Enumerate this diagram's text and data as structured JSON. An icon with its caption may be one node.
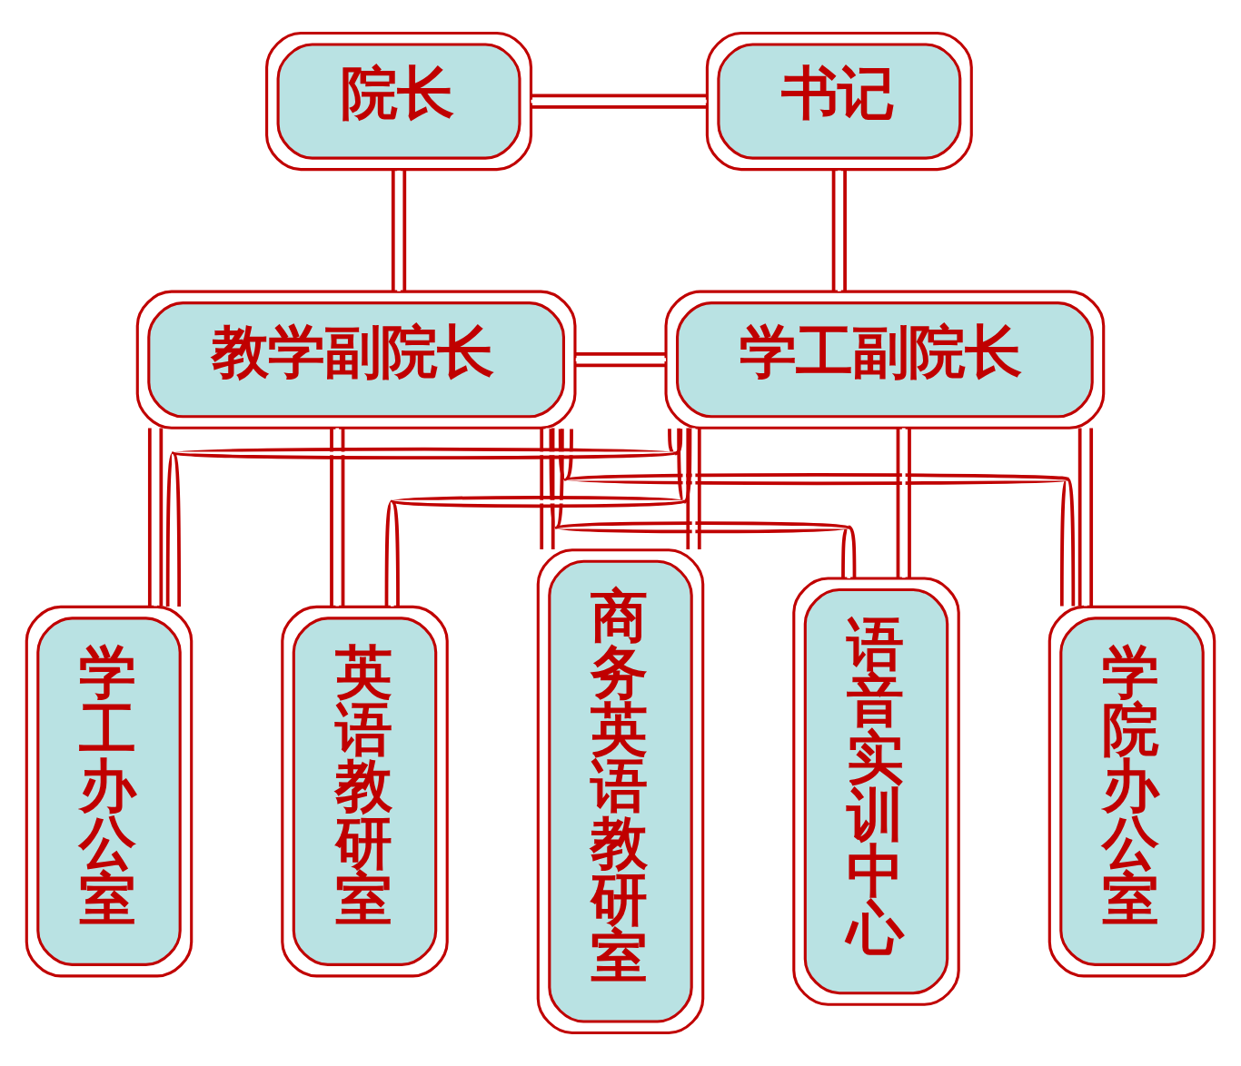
{
  "diagram": {
    "nodes": [
      {
        "text": [
          "院长"
        ]
      },
      {
        "text": [
          "书记"
        ]
      },
      {
        "text": [
          "教学副院长"
        ]
      },
      {
        "text": [
          "学工副院长"
        ]
      },
      {
        "text": [
          "学院办公室"
        ]
      },
      {
        "text": [
          "学工办公室"
        ]
      },
      {
        "text": [
          "英语教研室"
        ]
      },
      {
        "text": [
          "商务英语教研室"
        ]
      },
      {
        "text": [
          "语音实训中心"
        ]
      }
    ],
    "edges": [
      {
        "from": 0,
        "to": 1,
        "arrow": "none"
      },
      {
        "from": 0,
        "to": 2,
        "arrow": "none"
      },
      {
        "from": 1,
        "to": 3,
        "arrow": "none"
      },
      {
        "from": 2,
        "to": 3,
        "arrow": "none"
      },
      {
        "from": 2,
        "to": 4,
        "arrow": "none"
      },
      {
        "from": 2,
        "to": 5,
        "arrow": "none"
      },
      {
        "from": 2,
        "to": 6,
        "arrow": "none"
      },
      {
        "from": 2,
        "to": 7,
        "arrow": "none"
      },
      {
        "from": 2,
        "to": 8,
        "arrow": "none"
      },
      {
        "from": 3,
        "to": 4,
        "arrow": "none"
      },
      {
        "from": 3,
        "to": 5,
        "arrow": "none"
      },
      {
        "from": 3,
        "to": 6,
        "arrow": "none"
      },
      {
        "from": 3,
        "to": 7,
        "arrow": "none"
      },
      {
        "from": 3,
        "to": 8,
        "arrow": "none"
      }
    ]
  }
}
